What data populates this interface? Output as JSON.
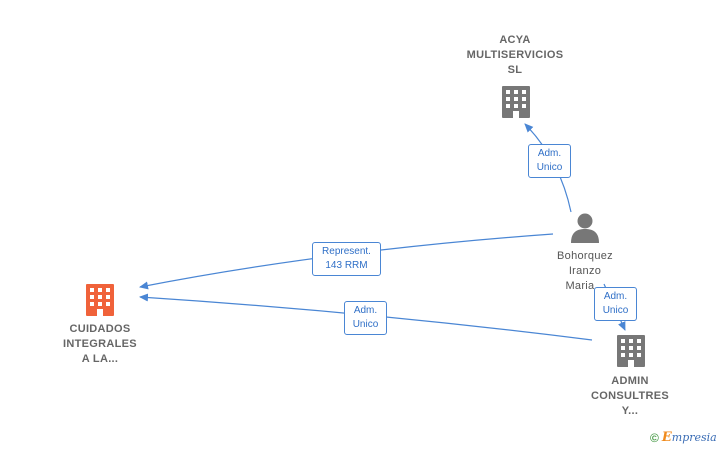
{
  "colors": {
    "edge": "#4a86d4",
    "company_main": "#f0623a",
    "company": "#777777",
    "person": "#777777"
  },
  "nodes": [
    {
      "id": "cuidados",
      "type": "company",
      "icon": "building-icon",
      "highlight": true,
      "label": "CUIDADOS\nINTEGRALES\nA LA..."
    },
    {
      "id": "acya",
      "type": "company",
      "icon": "building-icon",
      "highlight": false,
      "label": "ACYA\nMULTISERVICIOS\nSL"
    },
    {
      "id": "bohorquez",
      "type": "person",
      "icon": "person-icon",
      "highlight": false,
      "label": "Bohorquez\nIranzo\nMaria..."
    },
    {
      "id": "admin",
      "type": "company",
      "icon": "building-icon",
      "highlight": false,
      "label": "ADMIN\nCONSULTRES\nY..."
    }
  ],
  "edges": [
    {
      "id": "e1",
      "from": "bohorquez",
      "to": "acya",
      "label": "Adm.\nUnico"
    },
    {
      "id": "e2",
      "from": "bohorquez",
      "to": "cuidados",
      "label": "Represent.\n143 RRM"
    },
    {
      "id": "e3",
      "from": "admin",
      "to": "cuidados",
      "label": "Adm.\nUnico"
    },
    {
      "id": "e4",
      "from": "bohorquez",
      "to": "admin",
      "label": "Adm.\nUnico"
    }
  ],
  "brand": {
    "copyright": "©",
    "logo_initial": "E",
    "logo_rest": "mpresia"
  }
}
